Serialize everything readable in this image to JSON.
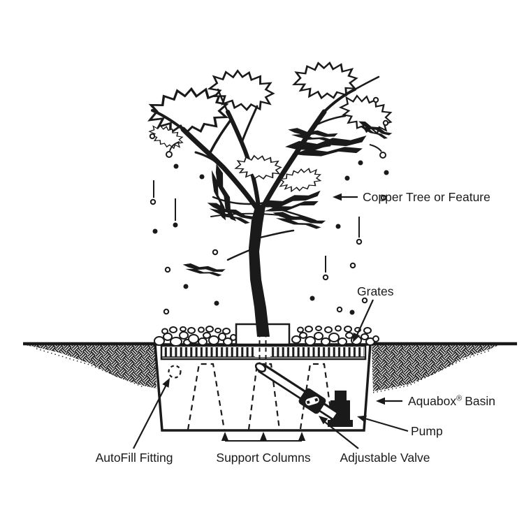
{
  "colors": {
    "ink": "#1a1a1a",
    "background": "#ffffff"
  },
  "labels": {
    "copper_tree": "Copper Tree or Feature",
    "grates": "Grates",
    "aquabox_name": "Aquabox",
    "aquabox_reg": "®",
    "aquabox_rest": "Basin",
    "pump": "Pump",
    "autofill": "AutoFill Fitting",
    "support_columns": "Support Columns",
    "adjustable_valve": "Adjustable Valve"
  }
}
